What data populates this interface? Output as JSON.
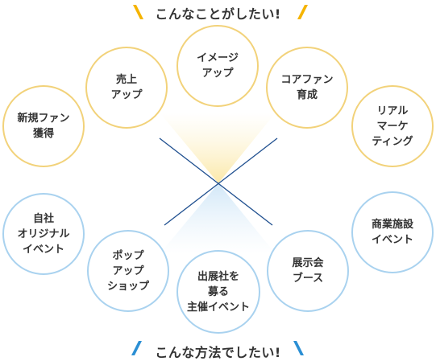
{
  "top_heading": "こんなことがしたい!",
  "bottom_heading": "こんな方法でしたい!",
  "wants": [
    {
      "label": "新規ファン\n獲得"
    },
    {
      "label": "売上\nアップ"
    },
    {
      "label": "イメージ\nアップ"
    },
    {
      "label": "コアファン\n育成"
    },
    {
      "label": "リアル\nマーケ\nティング"
    }
  ],
  "methods": [
    {
      "label": "自社\nオリジナル\nイベント"
    },
    {
      "label": "ポップ\nアップ\nショップ"
    },
    {
      "label": "出展社を\n募る\n主催イベント"
    },
    {
      "label": "展示会\nブース"
    },
    {
      "label": "商業施設\nイベント"
    }
  ],
  "colors": {
    "want_border": "#f2d27a",
    "method_border": "#a9d2ef",
    "accent_yellow": "#f5b400",
    "accent_blue": "#2b8fd4",
    "cross_line": "#1f4f8f",
    "text": "#333333"
  }
}
